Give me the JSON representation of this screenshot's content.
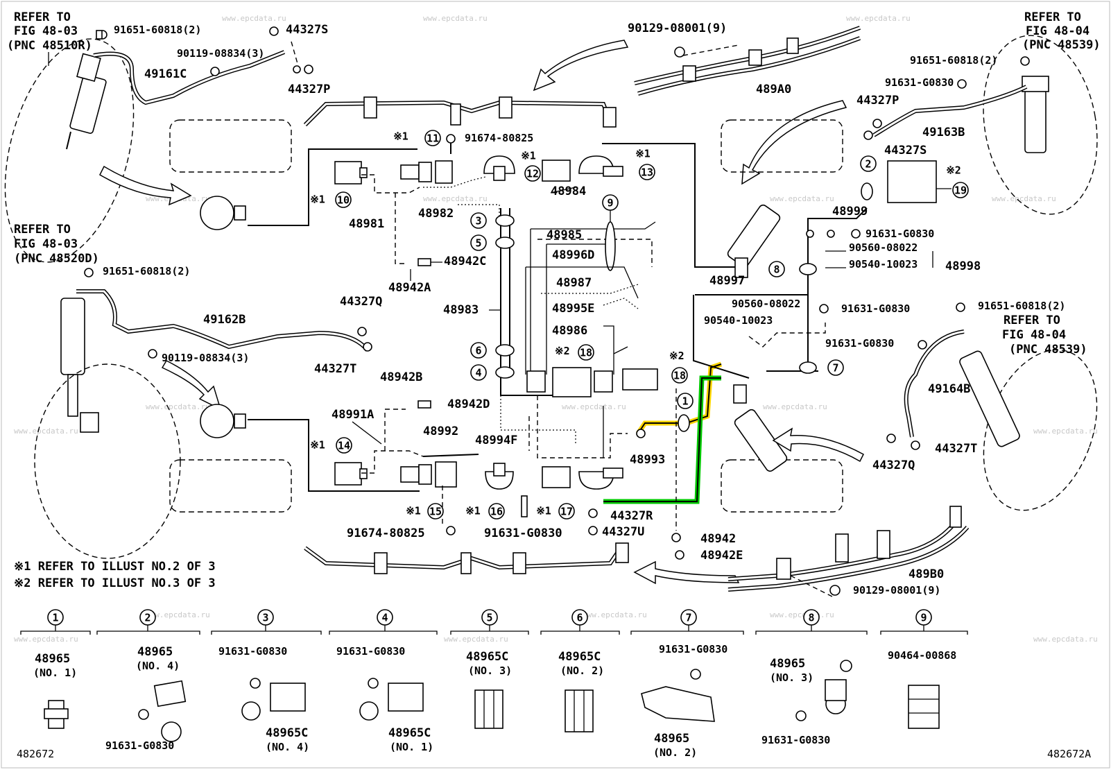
{
  "colors": {
    "highlight_green": "#00c800",
    "highlight_yellow": "#ffd500"
  },
  "watermark": "www.epcdata.ru",
  "refs": {
    "tl": [
      "REFER TO",
      "FIG 48-03",
      "(PNC 48510R)"
    ],
    "ml": [
      "REFER TO",
      "FIG 48-03",
      "(PNC 48520D)"
    ],
    "tr": [
      "REFER TO",
      "FIG 48-04",
      "(PNC 48539)"
    ],
    "mr": [
      "REFER TO",
      "FIG 48-04",
      "(PNC 48539)"
    ]
  },
  "labels": {
    "p91651_tl": "91651-60818(2)",
    "p44327S_tl": "44327S",
    "p90119_tl": "90119-08834(3)",
    "p49161C": "49161C",
    "p44327P_tl": "44327P",
    "p90129_top": "90129-08001(9)",
    "p489A0": "489A0",
    "p91651_tr": "91651-60818(2)",
    "p91631_tr": "91631-G0830",
    "p44327P_tr": "44327P",
    "p49163B": "49163B",
    "p44327S_tr": "44327S",
    "p91674_top": "91674-80825",
    "p48984": "48984",
    "p48982": "48982",
    "p48981": "48981",
    "p48985": "48985",
    "p48996D": "48996D",
    "p48987": "48987",
    "p48942C": "48942C",
    "p48942A": "48942A",
    "p48983": "48983",
    "p48995E": "48995E",
    "p48986": "48986",
    "p48999": "48999",
    "p91631_a": "91631-G0830",
    "p90560_a": "90560-08022",
    "p90540_a": "90540-10023",
    "p48998": "48998",
    "p48997": "48997",
    "p90560_b": "90560-08022",
    "p90540_b": "90540-10023",
    "p91631_b": "91631-G0830",
    "p91631_c": "91631-G0830",
    "p91651_mr": "91651-60818(2)",
    "p91651_ml": "91651-60818(2)",
    "p49162B": "49162B",
    "p44327Q_l": "44327Q",
    "p90119_ml": "90119-08834(3)",
    "p44327T_l": "44327T",
    "p48942B": "48942B",
    "p48942D": "48942D",
    "p48991A": "48991A",
    "p48992": "48992",
    "p48994F": "48994F",
    "p48993": "48993",
    "p49164B": "49164B",
    "p44327T_r": "44327T",
    "p44327Q_r": "44327Q",
    "p44327R": "44327R",
    "p44327U": "44327U",
    "p48942": "48942",
    "p48942E": "48942E",
    "p91674_bot": "91674-80825",
    "p91631_bot": "91631-G0830",
    "p489B0": "489B0",
    "p90129_bot": "90129-08001(9)",
    "note1": "※1 REFER TO ILLUST NO.2 OF 3",
    "note2": "※2 REFER TO ILLUST NO.3 OF 3",
    "mark1": "※1",
    "mark2": "※2",
    "num_left": "482672",
    "num_right": "482672A"
  },
  "bottom_parts": [
    {
      "n": "1",
      "a": "48965",
      "b": "(NO. 1)"
    },
    {
      "n": "2",
      "a": "48965",
      "b": "(NO. 4)",
      "c": "91631-G0830"
    },
    {
      "n": "3",
      "a": "91631-G0830",
      "b": "48965C",
      "c": "(NO. 4)"
    },
    {
      "n": "4",
      "a": "91631-G0830",
      "b": "48965C",
      "c": "(NO. 1)"
    },
    {
      "n": "5",
      "a": "48965C",
      "b": "(NO. 3)"
    },
    {
      "n": "6",
      "a": "48965C",
      "b": "(NO. 2)"
    },
    {
      "n": "7",
      "a": "91631-G0830",
      "b": "48965",
      "c": "(NO. 2)"
    },
    {
      "n": "8",
      "a": "48965",
      "b": "(NO. 3)",
      "c": "91631-G0830"
    },
    {
      "n": "9",
      "a": "90464-00868"
    }
  ],
  "callouts": {
    "c1": "1",
    "c2": "2",
    "c3": "3",
    "c4": "4",
    "c5": "5",
    "c6": "6",
    "c7": "7",
    "c8": "8",
    "c9": "9",
    "c10": "10",
    "c11": "11",
    "c12": "12",
    "c13": "13",
    "c14": "14",
    "c15": "15",
    "c16": "16",
    "c17": "17",
    "c18": "18",
    "c18b": "18",
    "c19": "19"
  }
}
